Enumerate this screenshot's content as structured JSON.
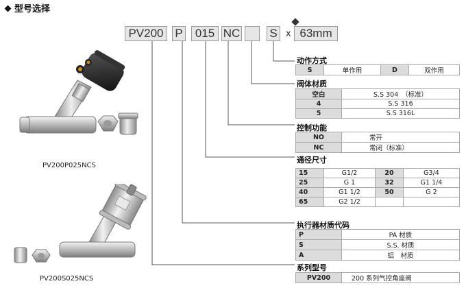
{
  "title": "型号选择",
  "code": {
    "parts": [
      "PV200",
      "P",
      "015",
      "NC",
      "",
      "S",
      "63mm"
    ],
    "x_symbol": "x"
  },
  "images": {
    "top_caption": "PV200P025NCS",
    "bottom_caption": "PV200S025NCS"
  },
  "sections": {
    "action": {
      "label": "动作方式",
      "rows": [
        [
          "S",
          "单作用",
          "D",
          "双作用"
        ]
      ]
    },
    "body_material": {
      "label": "阀体材质",
      "rows": [
        [
          "空白",
          "S.S 304　（标准）"
        ],
        [
          "4",
          "S.S 316"
        ],
        [
          "5",
          "S.S 316L"
        ]
      ]
    },
    "control": {
      "label": "控制功能",
      "rows": [
        [
          "NO",
          "常开"
        ],
        [
          "NC",
          "常闭（标准）"
        ]
      ]
    },
    "bore": {
      "label": "通径尺寸",
      "rows": [
        [
          "15",
          "G1/2",
          "20",
          "G3/4"
        ],
        [
          "25",
          "G 1",
          "32",
          "G1 1/4"
        ],
        [
          "40",
          "G1 1/2",
          "50",
          "G 2"
        ],
        [
          "65",
          "G2 1/2",
          "",
          ""
        ]
      ]
    },
    "actuator_material": {
      "label": "执行器材质代码",
      "rows": [
        [
          "P",
          "PA  材质"
        ],
        [
          "S",
          "S.S. 材质"
        ],
        [
          "A",
          "铝　材质"
        ]
      ]
    },
    "series": {
      "label": "系列型号",
      "rows": [
        [
          "PV200",
          "200  系列气控角座阀"
        ]
      ]
    }
  }
}
